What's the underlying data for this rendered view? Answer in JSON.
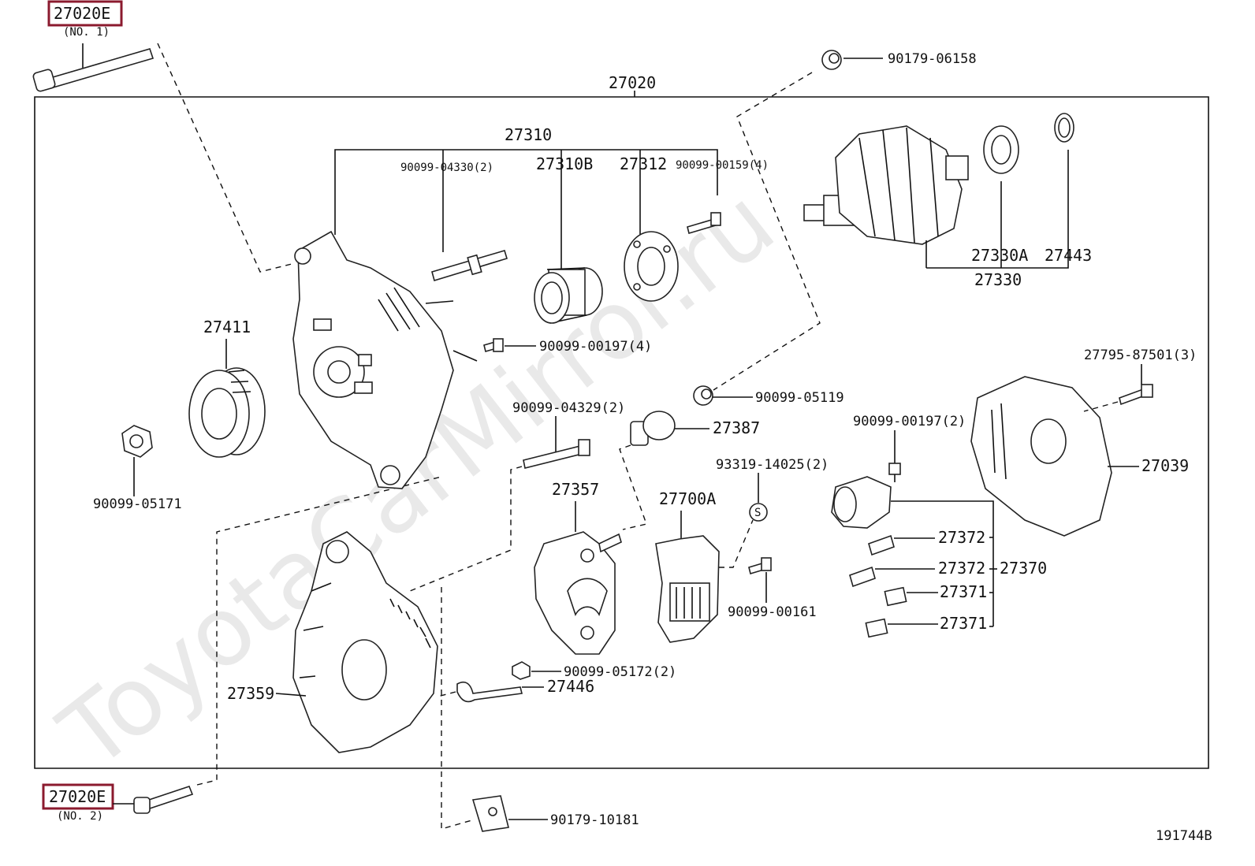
{
  "watermark": "ToyotaCarMirror.ru",
  "diagram_id": "191744B",
  "assembly": "27020",
  "labels": {
    "bolt_no1": "27020E",
    "bolt_no1_sub": "(NO. 1)",
    "bolt_no2": "27020E",
    "bolt_no2_sub": "(NO. 2)",
    "nut_top": "90179-06158",
    "frame": "27310",
    "stud": "90099-04330(2)",
    "bearing": "27310B",
    "retainer": "27312",
    "screw4": "90099-00159(4)",
    "rotor_bearing": "27330A",
    "rotor_ring": "27443",
    "rotor": "27330",
    "pulley": "27411",
    "pulley_nut": "90099-05171",
    "frame_screw": "90099-00197(4)",
    "insulator": "90099-05119",
    "bush": "27387",
    "bolt2": "90099-04329(2)",
    "rectifier": "27357",
    "regulator": "27700A",
    "washer": "93319-14025(2)",
    "screw_reg": "90099-00161",
    "brush_screw": "90099-00197(2)",
    "rear_cover": "27039",
    "cover_nut": "27795-87501(3)",
    "spring1": "27372",
    "spring2": "27372",
    "holder": "27370",
    "brush1": "27371",
    "brush2": "27371",
    "end_frame": "27359",
    "terminal_nut": "90099-05172(2)",
    "terminal": "27446",
    "clip": "90179-10181"
  },
  "colors": {
    "highlight": "#8b1a2e",
    "ink": "#111111"
  }
}
